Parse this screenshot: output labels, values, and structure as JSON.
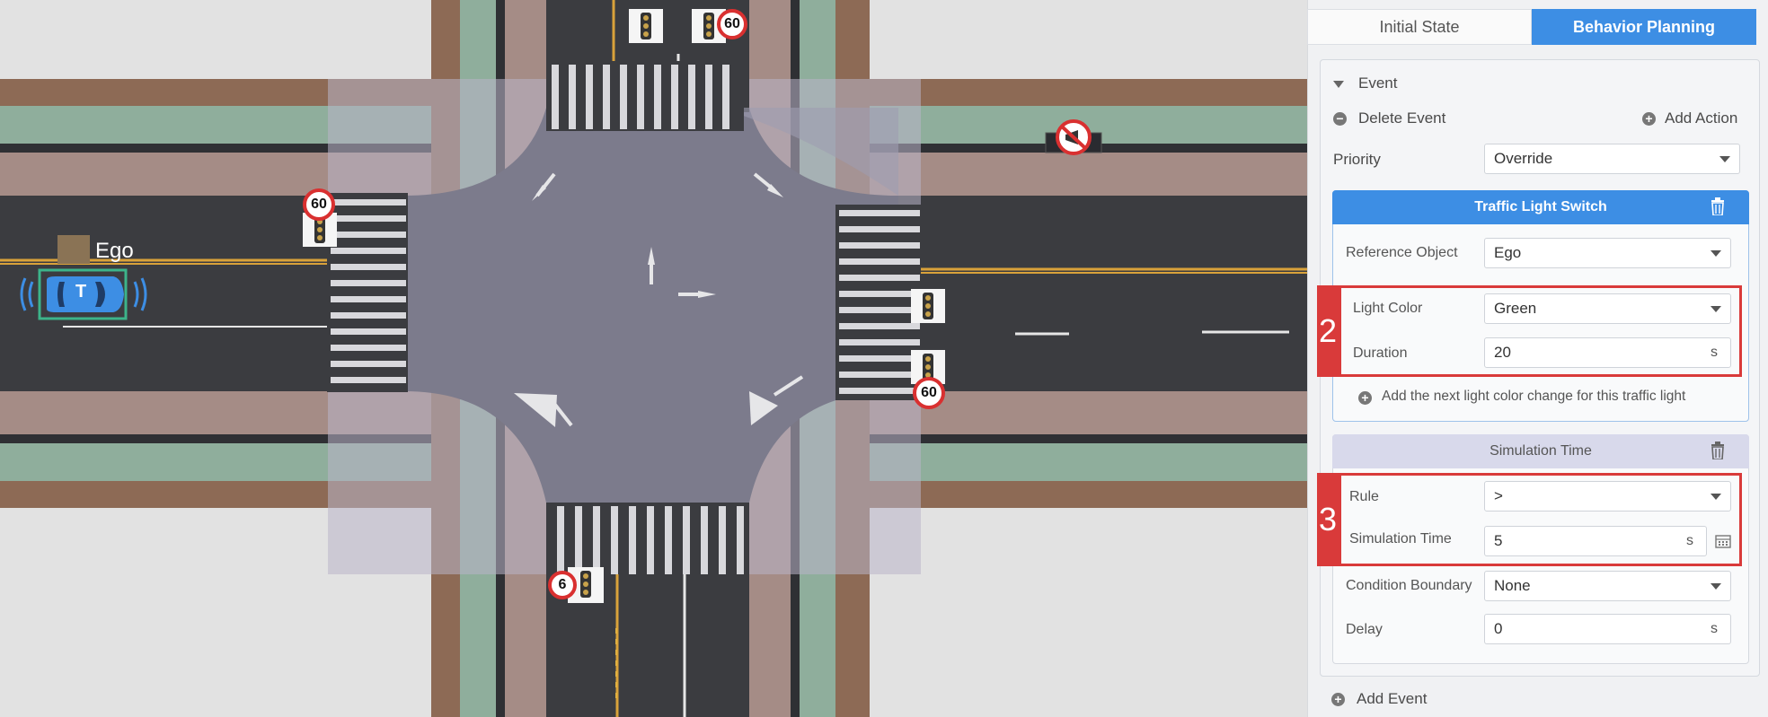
{
  "scene": {
    "ego_label": "Ego",
    "car_letter": "T",
    "speed_signs": [
      "60",
      "60",
      "60",
      "6"
    ]
  },
  "tabs": [
    {
      "label": "Initial State",
      "active": false
    },
    {
      "label": "Behavior Planning",
      "active": true
    }
  ],
  "event": {
    "title": "Event",
    "delete_label": "Delete Event",
    "add_action_label": "Add Action",
    "priority_label": "Priority",
    "priority_value": "Override"
  },
  "traffic_light": {
    "title": "Traffic Light Switch",
    "reference_label": "Reference Object",
    "reference_value": "Ego",
    "light_color_label": "Light Color",
    "light_color_value": "Green",
    "duration_label": "Duration",
    "duration_value": "20",
    "duration_unit": "s",
    "add_next_label": "Add the next light color change for this traffic light",
    "annotation": "2"
  },
  "simulation": {
    "title": "Simulation Time",
    "rule_label": "Rule",
    "rule_value": ">",
    "time_label": "Simulation Time",
    "time_value": "5",
    "time_unit": "s",
    "boundary_label": "Condition Boundary",
    "boundary_value": "None",
    "delay_label": "Delay",
    "delay_value": "0",
    "delay_unit": "s",
    "annotation": "3"
  },
  "add_event_label": "Add Event",
  "colors": {
    "accent": "#3d8ee4",
    "annotation_red": "#d93a3a",
    "road": "#3b3c40",
    "intersection": "#7c7b8c",
    "sidewalk": "#8d6a55",
    "green_strip": "#8fae9c"
  }
}
